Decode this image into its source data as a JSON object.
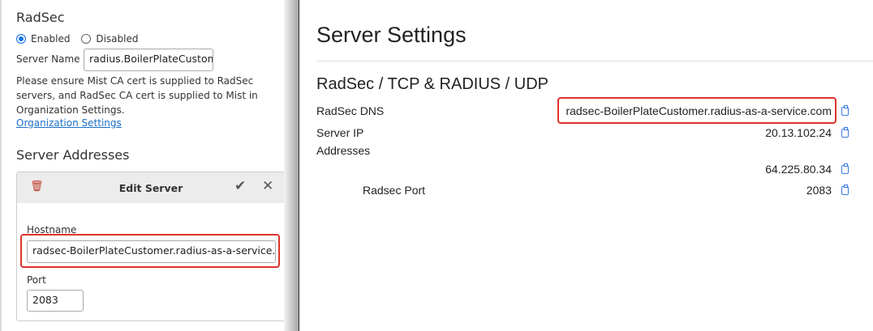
{
  "left": {
    "title": "RadSec",
    "enabled_label": "Enabled",
    "disabled_label": "Disabled",
    "enabled": true,
    "server_name_label": "Server Name",
    "server_name_value": "radius.BoilerPlateCustomer",
    "notice": "Please ensure Mist CA cert is supplied to RadSec servers, and RadSec CA cert is supplied to Mist in Organization Settings.",
    "org_link": "Organization Settings",
    "addresses_title": "Server Addresses",
    "edit_title": "Edit Server",
    "hostname_label": "Hostname",
    "hostname_value": "radsec-BoilerPlateCustomer.radius-as-a-service.com",
    "port_label": "Port",
    "port_value": "2083"
  },
  "right": {
    "title": "Server Settings",
    "section": "RadSec / TCP & RADIUS / UDP",
    "dns_label": "RadSec DNS",
    "dns_value": "radsec-BoilerPlateCustomer.radius-as-a-service.com",
    "ip_label": "Server IP",
    "ip_value": "20.13.102.24",
    "addresses_label": "Addresses",
    "address_value": "64.225.80.34",
    "port_label": "Radsec Port",
    "port_value": "2083"
  }
}
